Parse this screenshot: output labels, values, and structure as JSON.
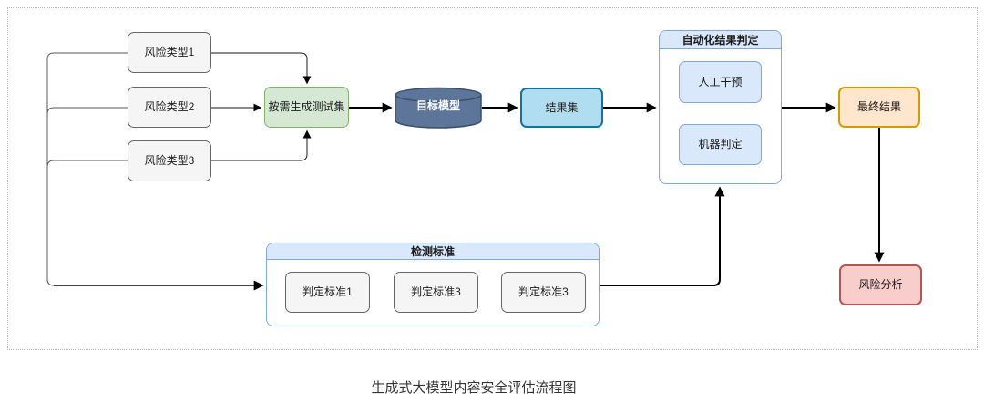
{
  "diagram": {
    "caption": "生成式大模型内容安全评估流程图",
    "nodes": {
      "risk1": "风险类型1",
      "risk2": "风险类型2",
      "risk3": "风险类型3",
      "generate": "按需生成测试集",
      "target_model": "目标模型",
      "result_set": "结果集",
      "auto_judgment_header": "自动化结果判定",
      "manual_intervention": "人工干预",
      "machine_judgment": "机器判定",
      "final_result": "最终结果",
      "risk_analysis": "风险分析",
      "detection_standard_header": "检测标准",
      "criteria1": "判定标准1",
      "criteria2": "判定标准3",
      "criteria3": "判定标准3"
    },
    "colors": {
      "gray_fill": "#f5f5f5",
      "gray_stroke": "#666666",
      "green_fill": "#d5e8d4",
      "green_stroke": "#82b366",
      "lightblue_fill": "#dae8fc",
      "lightblue_stroke": "#7ea6e0",
      "blue_fill": "#b1ddf0",
      "blue_stroke": "#10739e",
      "orange_fill": "#ffe6cc",
      "orange_stroke": "#d79b00",
      "red_fill": "#f8cecc",
      "red_stroke": "#b85450",
      "cylinder_fill": "#5d7599",
      "cylinder_stroke": "#3a4f6b",
      "arrow": "#000000",
      "rail": "#595959",
      "frame_dotted": "#b3b3b3"
    }
  }
}
